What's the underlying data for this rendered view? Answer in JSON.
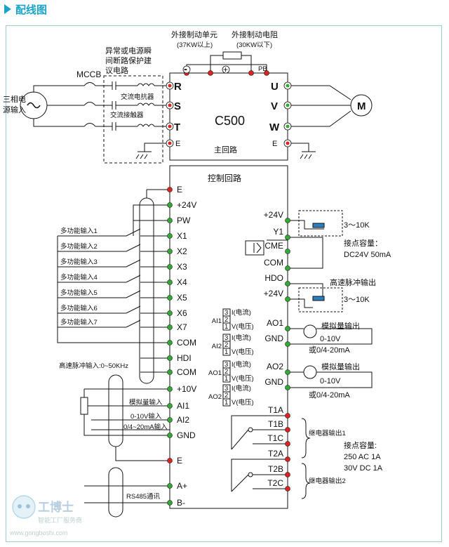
{
  "title": "配线图",
  "main_circuit": {
    "label": "主回路",
    "model": "C500",
    "inputs": [
      "R",
      "S",
      "T",
      "E"
    ],
    "outputs": [
      "U",
      "V",
      "W",
      "E"
    ],
    "power_label_line1": "三相电",
    "power_label_line2": "源输入",
    "mccb": "MCCB",
    "optional_line1": "异常或电源瞬",
    "optional_line2": "间断路保护建",
    "optional_line3": "议电路",
    "reactor": "交流电抗器",
    "contactor": "交流接触器",
    "brake_unit_line1": "外接制动单元",
    "brake_unit_line2": "(37KW以上)",
    "brake_res_line1": "外接制动电阻",
    "brake_res_line2": "(30KW以下)",
    "minus": "-",
    "plus": "+",
    "pb": "PB",
    "motor": "M"
  },
  "control_circuit": {
    "label": "控制回路",
    "left_terminals": [
      "E",
      "+24V",
      "PW",
      "X1",
      "X2",
      "X3",
      "X4",
      "X5",
      "X6",
      "X7",
      "COM",
      "HDI",
      "COM",
      "+10V",
      "AI1",
      "AI2",
      "GND",
      "E",
      "A+",
      "B-"
    ],
    "multi_inputs": [
      "多功能输入1",
      "多功能输入2",
      "多功能输入3",
      "多功能输入4",
      "多功能输入5",
      "多功能输入6",
      "多功能输入7"
    ],
    "hdi_input": "高速脉冲输入:0~50KHz",
    "analog_input": "模拟量输入",
    "v_input": "0-10V输入",
    "ma_input": "0/4~20mA输入",
    "rs485": "RS485通讯",
    "jumpers": [
      {
        "name": "AI1",
        "pins": [
          "3",
          "2",
          "1"
        ],
        "current": "I(电流)",
        "voltage": "V(电压)"
      },
      {
        "name": "AI2",
        "pins": [
          "3",
          "2",
          "1"
        ],
        "current": "I(电流)",
        "voltage": "V(电压)"
      },
      {
        "name": "AO1",
        "pins": [
          "3",
          "2",
          "1"
        ],
        "current": "I(电流)",
        "voltage": "V(电压)"
      },
      {
        "name": "AO2",
        "pins": [
          "3",
          "2",
          "1"
        ],
        "current": "I(电流)",
        "voltage": "V(电压)"
      }
    ],
    "right_terminals": [
      "+24V",
      "Y1",
      "CME",
      "COM",
      "HDO",
      "+24V",
      "AO1",
      "GND",
      "AO2",
      "GND",
      "T1A",
      "T1B",
      "T1C",
      "T2A",
      "T2B",
      "T2C"
    ],
    "res_range_1": "3～10K",
    "res_range_2": "3～10K",
    "y1_cap_line1": "接点容量：",
    "y1_cap_line2": "DC24V 50mA",
    "hdo_label": "高速脉冲输出",
    "ao1_label": "模拟量输出",
    "ao1_v": "0-10V",
    "ao1_ma": "或0/4-20mA",
    "ao2_label": "模拟量输出",
    "ao2_v": "0-10V",
    "ao2_ma": "或0/4-20mA",
    "relay1": "继电器输出1",
    "relay2": "继电器输出2",
    "relay_cap_line1": "接点容量:",
    "relay_cap_line2": "250 AC 1A",
    "relay_cap_line3": "30V DC 1A"
  },
  "watermark": {
    "brand": "工博士",
    "slogan": "智能工厂服务商",
    "url": "www.gongboshi.com"
  }
}
